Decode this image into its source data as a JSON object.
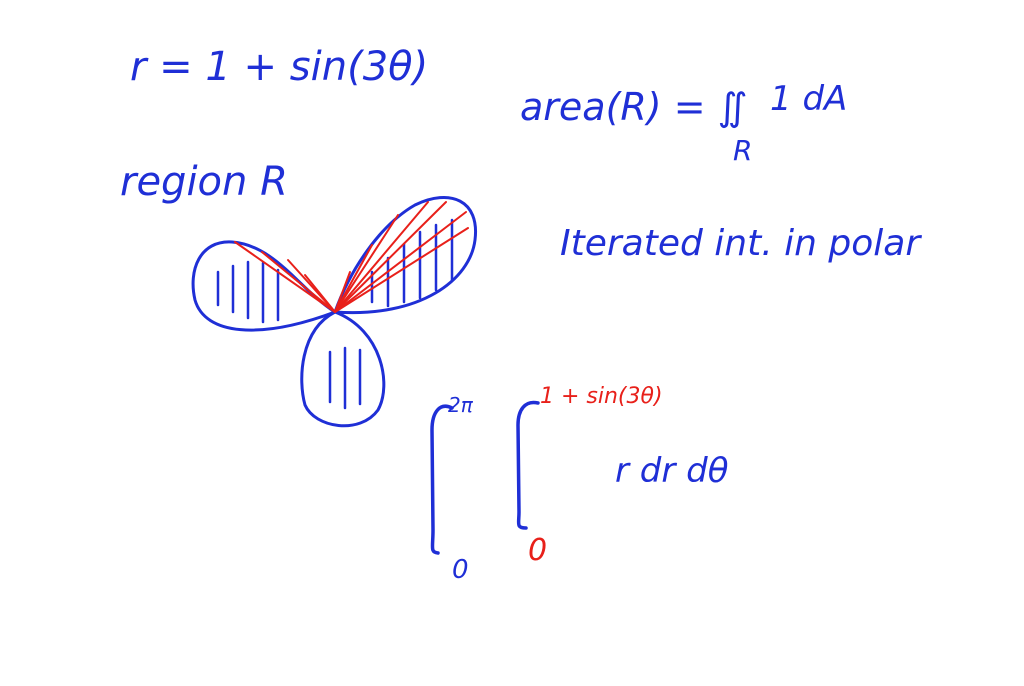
{
  "colors": {
    "blue_ink": "#1f2fd6",
    "red_ink": "#e8201a",
    "background": "#ffffff"
  },
  "notes": {
    "equation": "r = 1 + sin(3θ)",
    "area_lhs": "area(R) = ∬",
    "area_integrand": "1 dA",
    "area_subscript": "R",
    "region_label": "region R",
    "iterated_label": "Iterated int. in polar",
    "outer_upper": "2π",
    "outer_lower": "0",
    "inner_upper": "1 + sin(3θ)",
    "inner_lower": "0",
    "integrand": "r dr dθ"
  },
  "figure": {
    "curve": "r = 1 + sin(3θ)",
    "petals": 3
  }
}
